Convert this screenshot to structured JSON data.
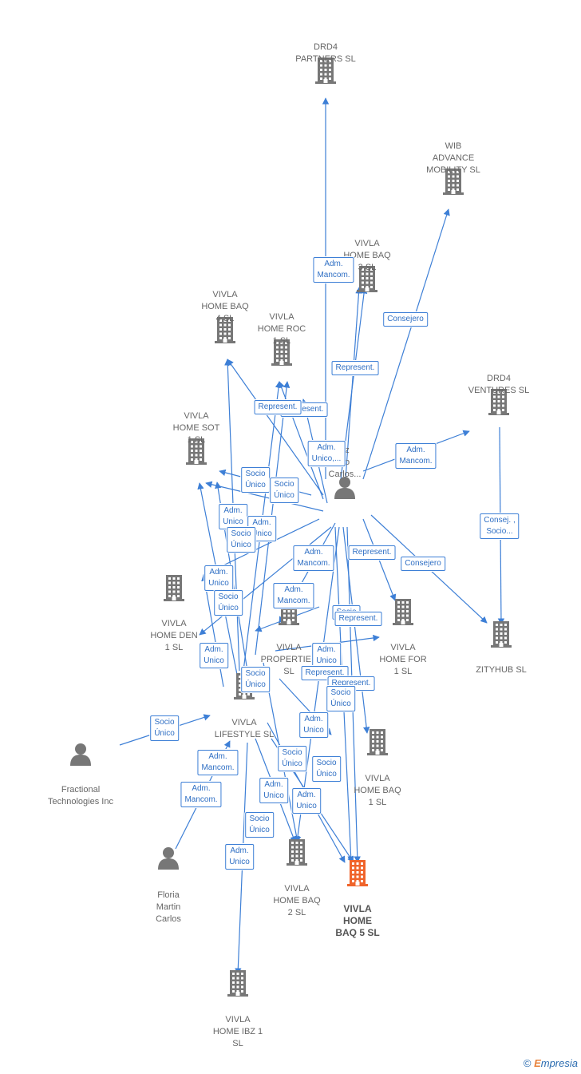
{
  "nodes": [
    {
      "id": "drd4p",
      "type": "company",
      "label": "DRD4\nPARTNERS  SL"
    },
    {
      "id": "wib",
      "type": "company",
      "label": "WIB\nADVANCE\nMOBILITY  SL"
    },
    {
      "id": "baq3",
      "type": "company",
      "label": "VIVLA\nHOME BAQ\n3  SL"
    },
    {
      "id": "baq4",
      "type": "company",
      "label": "VIVLA\nHOME BAQ\n4  SL"
    },
    {
      "id": "roc1",
      "type": "company",
      "label": "VIVLA\nHOME ROC\n1  SL"
    },
    {
      "id": "drd4v",
      "type": "company",
      "label": "DRD4\nVENTURES  SL"
    },
    {
      "id": "sot1",
      "type": "company",
      "label": "VIVLA\nHOME SOT\n1  SL"
    },
    {
      "id": "perez",
      "type": "person",
      "label": "ez\nno\nCarlos..."
    },
    {
      "id": "den1",
      "type": "company",
      "label": "VIVLA\nHOME DEN\n1  SL"
    },
    {
      "id": "props",
      "type": "company",
      "label": "VIVLA\nPROPERTIES\nSL"
    },
    {
      "id": "for1",
      "type": "company",
      "label": "VIVLA\nHOME FOR\n1  SL"
    },
    {
      "id": "zity",
      "type": "company",
      "label": "ZITYHUB  SL"
    },
    {
      "id": "life",
      "type": "company",
      "label": "VIVLA\nLIFESTYLE  SL"
    },
    {
      "id": "baq1",
      "type": "company",
      "label": "VIVLA\nHOME BAQ\n1  SL"
    },
    {
      "id": "fract",
      "type": "person",
      "label": "Fractional\nTechnologies Inc"
    },
    {
      "id": "floria",
      "type": "person",
      "label": "Floria\nMartin\nCarlos"
    },
    {
      "id": "baq2",
      "type": "company",
      "label": "VIVLA\nHOME BAQ\n2  SL"
    },
    {
      "id": "baq5",
      "type": "company",
      "label": "VIVLA\nHOME\nBAQ 5  SL",
      "main": true
    },
    {
      "id": "ibz1",
      "type": "company",
      "label": "VIVLA\nHOME IBZ 1\nSL"
    }
  ],
  "edge_labels": [
    "Adm.\nMancom.",
    "Consejero",
    "Represent.",
    "Represent.",
    "Adm.\nUnico,...",
    "Adm.\nMancom.",
    "Represent.",
    "Socio\nÚnico",
    "Socio\nÚnico",
    "Adm.\nUnico",
    "Adm.\nUnico",
    "Socio\nÚnico",
    "Adm.\nUnico",
    "Adm.\nMancom.",
    "Represent.",
    "Consejero",
    "Consej. ,\nSocio...",
    "Socio\nÚnico",
    "Adm.\nMancom.",
    "Socio",
    "Represent.",
    "Adm.\nUnico",
    "Adm.\nUnico",
    "Represent.",
    "Socio\nÚnico",
    "Represent.",
    "Socio\nÚnico",
    "Socio\nÚnico",
    "Adm.\nUnico",
    "Adm.\nMancom.",
    "Socio\nÚnico",
    "Adm.\nMancom.",
    "Socio\nÚnico",
    "Adm.\nUnico",
    "Adm.\nUnico",
    "Socio\nÚnico",
    "Adm.\nUnico"
  ],
  "colors": {
    "edge": "#3d7fd6",
    "company_icon": "#777777",
    "main_icon": "#f0642b",
    "person_icon": "#777777"
  },
  "brand": {
    "copyright": "©",
    "e": "E",
    "rest": "mpresia"
  }
}
